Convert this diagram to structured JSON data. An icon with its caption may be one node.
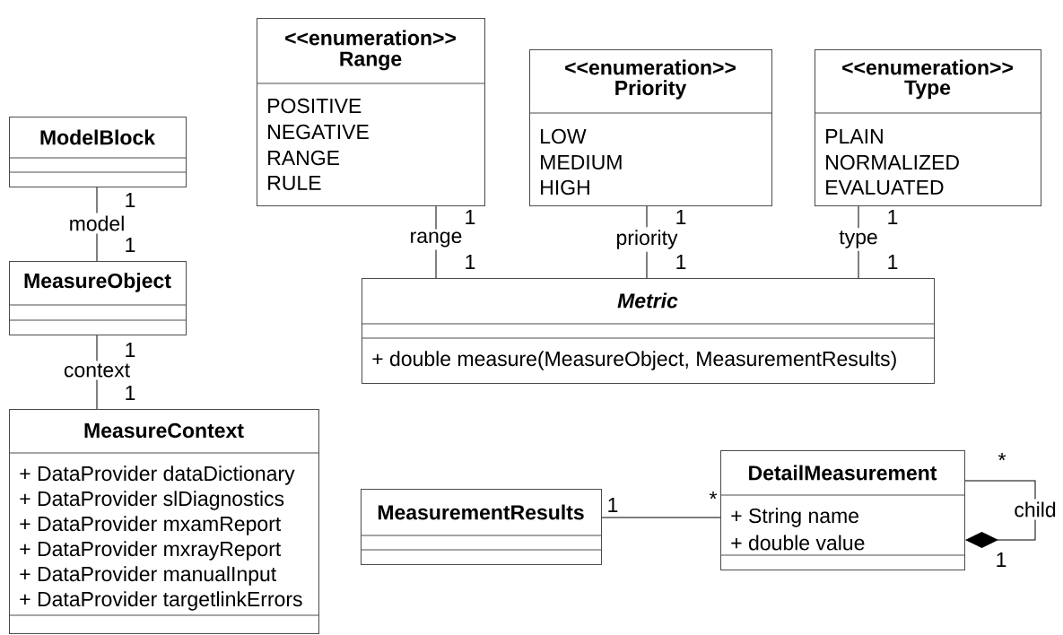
{
  "diagram": {
    "nodes": [
      {
        "text": [
          "<<enumeration>>",
          "Range",
          "POSITIVE",
          "NEGATIVE",
          "RANGE",
          "RULE"
        ]
      },
      {
        "text": [
          "<<enumeration>>",
          "Priority",
          "LOW",
          "MEDIUM",
          "HIGH"
        ]
      },
      {
        "text": [
          "<<enumeration>>",
          "Type",
          "PLAIN",
          "NORMALIZED",
          "EVALUATED"
        ]
      },
      {
        "text": [
          "ModelBlock"
        ]
      },
      {
        "text": [
          "MeasureObject"
        ]
      },
      {
        "text": [
          "Metric",
          "+ double measure(MeasureObject, MeasurementResults)"
        ]
      },
      {
        "text": [
          "MeasureContext",
          "+ DataProvider dataDictionary",
          "+ DataProvider slDiagnostics",
          "+ DataProvider mxamReport",
          "+ DataProvider mxrayReport",
          "+ DataProvider manualInput",
          "+ DataProvider targetlinkErrors"
        ]
      },
      {
        "text": [
          "MeasurementResults"
        ]
      },
      {
        "text": [
          "DetailMeasurement",
          "+ String name",
          "+ double value"
        ]
      }
    ],
    "edges": [
      {
        "from": 3,
        "to": 4,
        "arrow": "none",
        "label": "model"
      },
      {
        "from": 4,
        "to": 6,
        "arrow": "none",
        "label": "context"
      },
      {
        "from": 0,
        "to": 5,
        "arrow": "none",
        "label": "range"
      },
      {
        "from": 1,
        "to": 5,
        "arrow": "none",
        "label": "priority"
      },
      {
        "from": 2,
        "to": 5,
        "arrow": "none",
        "label": "type"
      },
      {
        "from": 7,
        "to": 8,
        "arrow": "none"
      },
      {
        "from": 8,
        "to": 8,
        "arrow": "other",
        "label": "child"
      }
    ],
    "labels": [
      "1",
      "1",
      "1",
      "1",
      "1",
      "1",
      "1",
      "1",
      "1",
      "1",
      "*",
      "*",
      "1",
      "1"
    ]
  }
}
